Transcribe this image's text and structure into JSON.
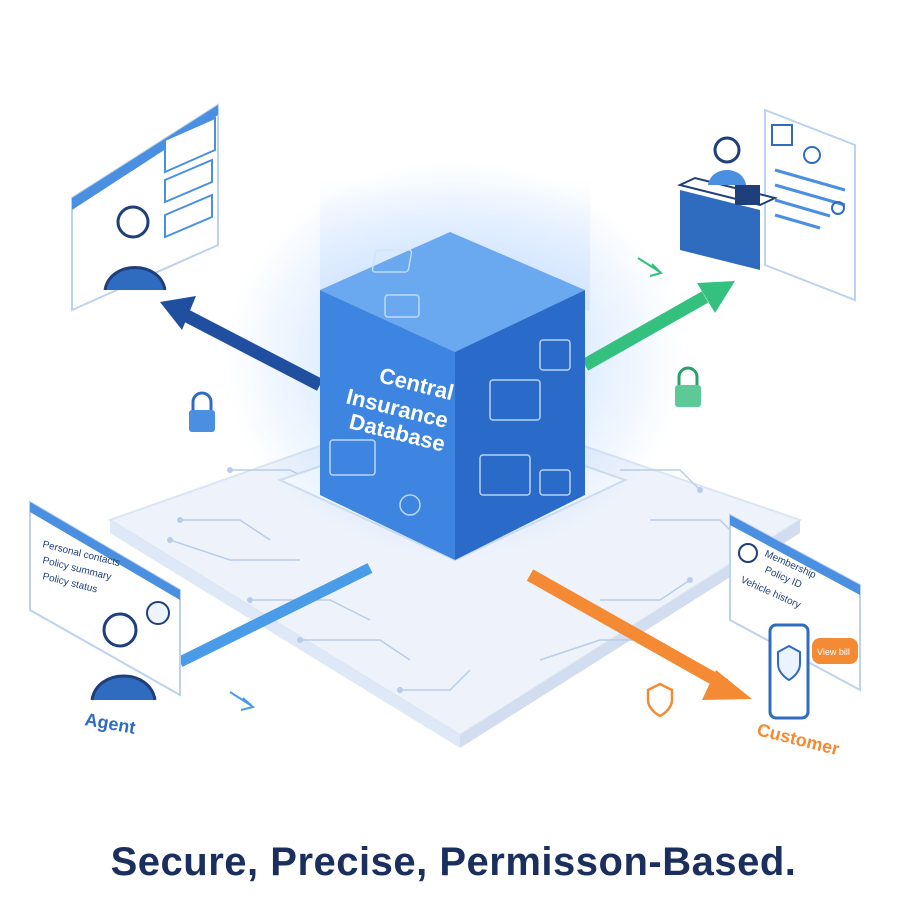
{
  "database": {
    "line1": "Central",
    "line2": "Insurance",
    "line3": "Database"
  },
  "roles": {
    "agent_label": "Agent",
    "customer_label": "Customer"
  },
  "left_panel": {
    "line1": "Personal contacts",
    "line2": "Policy summary",
    "line3": "Policy status"
  },
  "right_panel": {
    "line1": "Membership",
    "line2": "Policy ID",
    "line3": "Vehicle history",
    "badge": "View bill"
  },
  "tagline": "Secure, Precise, Permisson-Based.",
  "colors": {
    "cube_front": "#3d85e0",
    "cube_right": "#2a6bc9",
    "cube_top": "#6aa8f0",
    "arrow_agent_top": "#1f4f9e",
    "arrow_staff": "#34c17f",
    "arrow_agent_bottom": "#4a9be8",
    "arrow_customer": "#f48a33",
    "customer_text": "#f48a33",
    "agent_text": "#2f6cc0",
    "tagline": "#1b2f5e"
  }
}
